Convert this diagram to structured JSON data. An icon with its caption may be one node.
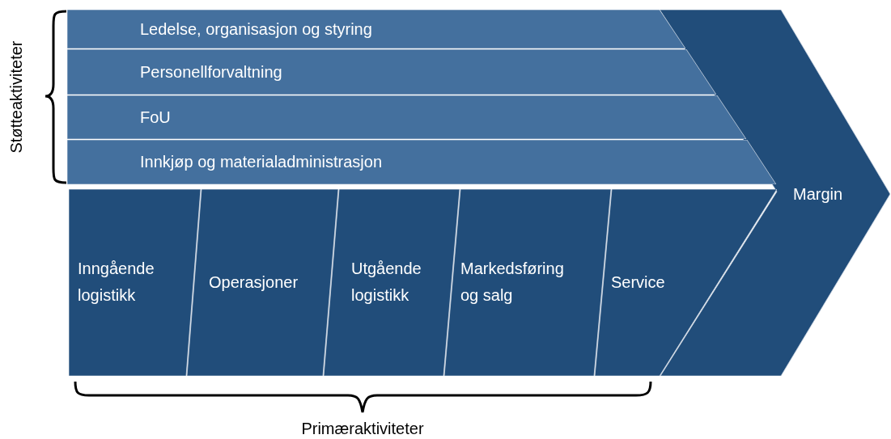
{
  "diagram": {
    "nodes": [
      {
        "text": [
          "Ledelse, organisasjon og styring"
        ]
      },
      {
        "text": [
          "Personellforvaltning"
        ]
      },
      {
        "text": [
          "FoU"
        ]
      },
      {
        "text": [
          "Innkjøp og materialadministrasjon"
        ]
      },
      {
        "text": [
          "Inngående logistikk"
        ]
      },
      {
        "text": [
          "Operasjoner"
        ]
      },
      {
        "text": [
          "Utgående logistikk"
        ]
      },
      {
        "text": [
          "Markedsføring og salg"
        ]
      },
      {
        "text": [
          "Service"
        ]
      },
      {
        "text": [
          "Margin"
        ]
      }
    ],
    "labels": [
      "Støtteaktiviteter",
      "Primæraktiviteter"
    ]
  }
}
